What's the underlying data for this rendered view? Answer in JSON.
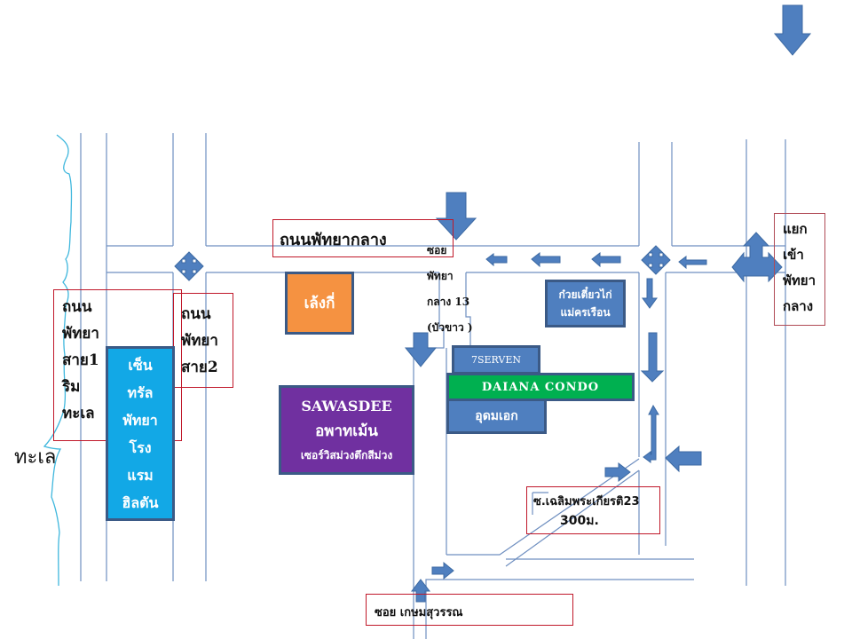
{
  "colors": {
    "road": "#6f8fc0",
    "sea": "#3fb7dd",
    "arrow": "#4f7fbf",
    "label_border": "#c0182a",
    "hilton": "#12a8e6",
    "leng_kee": "#f59241",
    "sawasdee": "#7030a0",
    "seven_eleven": "#4f7fbf",
    "daiana": "#00b050",
    "udom_ake": "#4f7fbf",
    "noodle": "#4f7fbf"
  },
  "labels": {
    "sea": "ทะเล",
    "beach_road_lines": [
      "ถนน",
      "พัทยา",
      "สาย1",
      "ริม",
      "ทะเล"
    ],
    "second_road_lines": [
      "ถนน",
      "พัทยา",
      "สาย2"
    ],
    "central_road": "ถนนพัทยากลาง",
    "soi13_lines": [
      "ซอย",
      "พัทยา",
      "กลาง 13",
      "(บัวขาว )"
    ],
    "junction_lines": [
      "แยก",
      "เข้า",
      "พัทยา",
      "กลาง"
    ],
    "chaloem_line1": "ซ.เฉลิมพระเกียรติ23",
    "chaloem_line2": "300ม.",
    "kasem_soi": "ซอย เกษมสุวรรณ"
  },
  "buildings": {
    "hilton_lines": [
      "เซ็น",
      "ทรัล",
      "พัทยา",
      "โรง",
      "แรม",
      "ฮิลตัน"
    ],
    "leng_kee": "เล้งกี่",
    "sawasdee_line1": "SAWASDEE",
    "sawasdee_line2": "อพาทเม้น",
    "sawasdee_line3": "เซอร์วิสม่วงตึกสีม่วง",
    "seven_eleven": "7SERVEN",
    "daiana": "DAIANA CONDO",
    "udom_ake": "อุดมเอก",
    "noodle_line1": "ก๋วยเตี๋ยวไก่",
    "noodle_line2": "แม่ครเรือน"
  }
}
